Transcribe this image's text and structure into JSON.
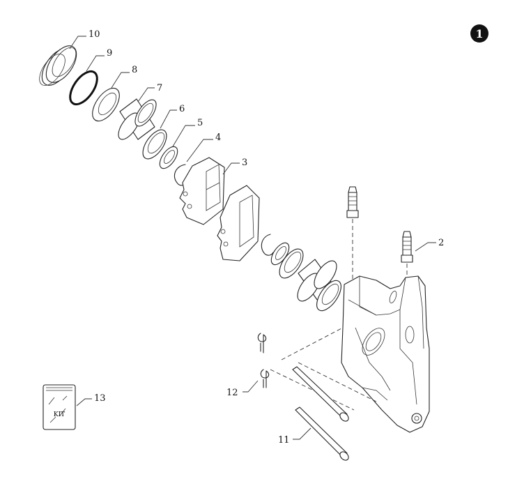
{
  "diagram": {
    "badge": "1",
    "callouts": [
      {
        "id": "10",
        "label": "10"
      },
      {
        "id": "9",
        "label": "9"
      },
      {
        "id": "8",
        "label": "8"
      },
      {
        "id": "7",
        "label": "7"
      },
      {
        "id": "6",
        "label": "6"
      },
      {
        "id": "5",
        "label": "5"
      },
      {
        "id": "4",
        "label": "4"
      },
      {
        "id": "3",
        "label": "3"
      },
      {
        "id": "2",
        "label": "2"
      },
      {
        "id": "12",
        "label": "12"
      },
      {
        "id": "11",
        "label": "11"
      },
      {
        "id": "13",
        "label": "13"
      }
    ],
    "kit_label": "KIT"
  }
}
